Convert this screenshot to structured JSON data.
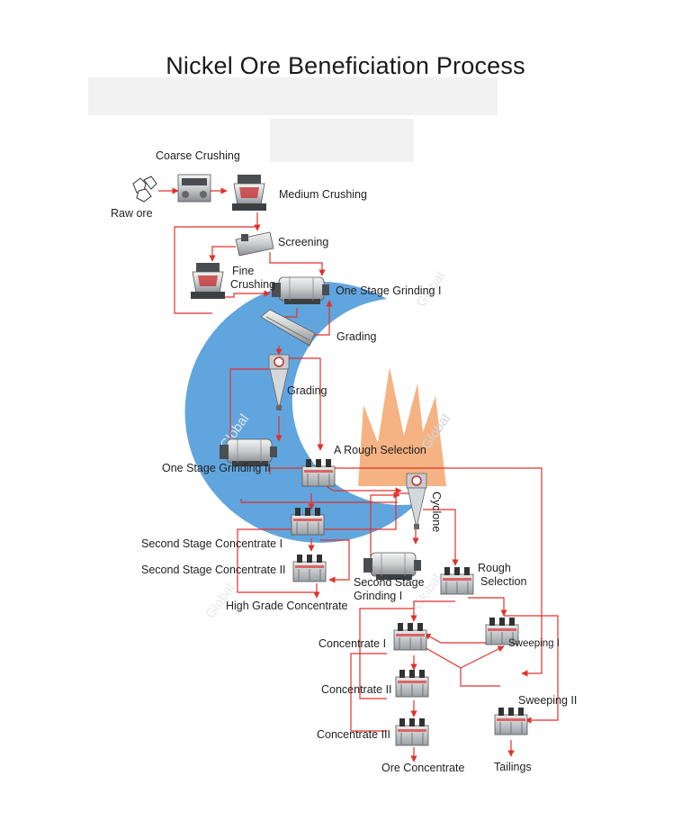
{
  "title": "Nickel Ore Beneficiation Process",
  "colors": {
    "arrow": "#e0322b",
    "watermark_blue": "#3b8fd6",
    "watermark_orange": "#f39a5a",
    "machine": "#6f7478"
  },
  "labels": {
    "raw_ore": "Raw ore",
    "coarse_crushing": "Coarse Crushing",
    "medium_crushing": "Medium Crushing",
    "screening": "Screening",
    "fine_crushing_1": "Fine",
    "fine_crushing_2": "Crushing",
    "one_stage_grinding_1": "One Stage Grinding I",
    "grading_1": "Grading",
    "grading_2": "Grading",
    "one_stage_grinding_2": "One Stage Grinding II",
    "rough_selection_a": "A Rough Selection",
    "cyclone": "Cyclone",
    "second_stage_concentrate_1": "Second Stage Concentrate I",
    "second_stage_concentrate_2": "Second Stage Concentrate II",
    "second_stage_grinding_1": "Second Stage",
    "second_stage_grinding_2": "Grinding I",
    "high_grade_concentrate": "High Grade Concentrate",
    "rough_selection_1": "Rough",
    "rough_selection_2": "Selection",
    "concentrate_1": "Concentrate I",
    "concentrate_2": "Concentrate II",
    "concentrate_3": "Concentrate III",
    "sweeping_1": "Sweeping I",
    "sweeping_2": "Sweeping II",
    "ore_concentrate": "Ore Concentrate",
    "tailings": "Tailings"
  }
}
